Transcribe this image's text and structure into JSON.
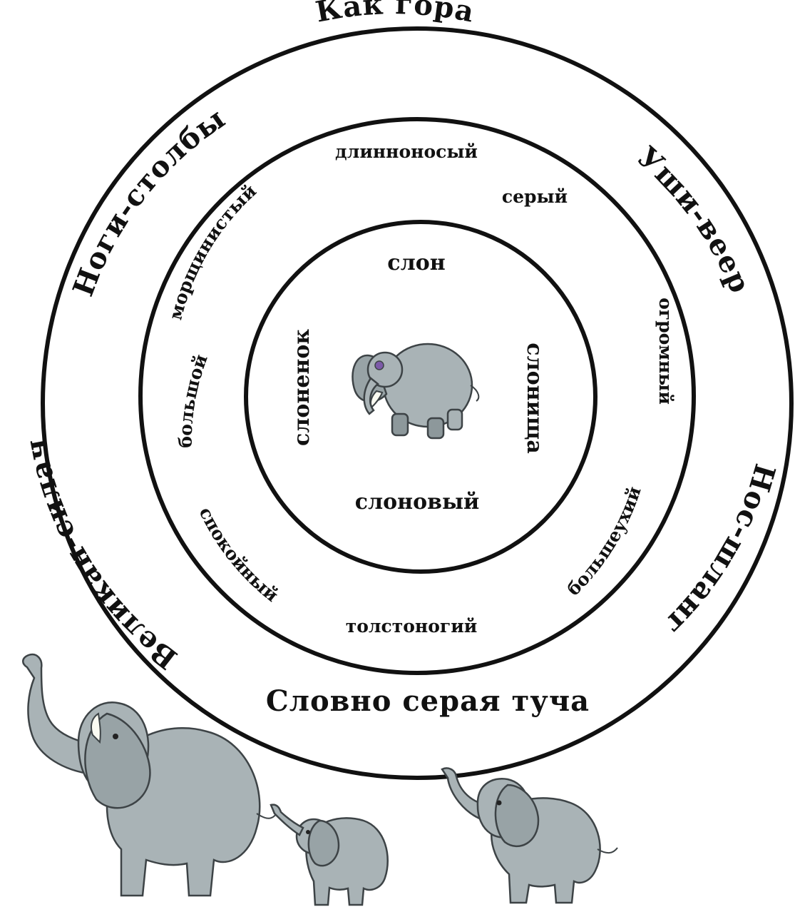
{
  "outer_ring": {
    "top": "Как гора",
    "top_right": "Уши-веер",
    "bottom_right": "Нос-шланг",
    "bottom": "Словно серая туча",
    "bottom_left": "Великан-силач",
    "top_left": "Ноги-столбы"
  },
  "middle_ring": {
    "top": "длинноносый",
    "top_right": "серый",
    "right": "огромный",
    "bottom_right": "большеухий",
    "bottom": "толстоногий",
    "bottom_left": "спокойный",
    "left_lower": "большой",
    "left_upper": "морщинистый"
  },
  "inner_ring": {
    "top": "слон",
    "left": "слоненок",
    "right": "слонища",
    "bottom": "слоновый"
  },
  "illustrations": [
    "elephant-icon",
    "elephant-calf-icon"
  ]
}
